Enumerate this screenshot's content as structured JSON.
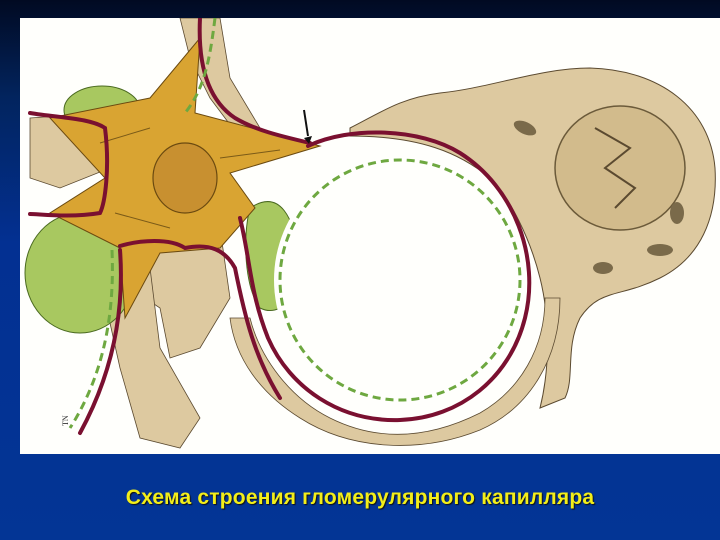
{
  "slide": {
    "caption": "Схема строения гломерулярного капилляра",
    "background_color": "#033595",
    "caption_color": "#f2ee1a"
  },
  "figure": {
    "type": "histology-illustration",
    "subject": "glomerular capillary",
    "corner_mark": "TN",
    "colors": {
      "panel": "#fffffc",
      "basement_membrane": "#7a1030",
      "endothelium": "#a8c860",
      "mesangial_cell": "#d9a432",
      "podocyte": "#ddc9a0",
      "nucleus_outline": "#6b5a3a"
    },
    "elements": [
      {
        "name": "capillary-lumen"
      },
      {
        "name": "basement-membrane"
      },
      {
        "name": "fenestrated-endothelium"
      },
      {
        "name": "mesangial-cell"
      },
      {
        "name": "podocyte"
      },
      {
        "name": "podocyte-foot-processes"
      },
      {
        "name": "endothelial-cell-nuclei"
      },
      {
        "name": "pointer-arrow"
      }
    ]
  }
}
